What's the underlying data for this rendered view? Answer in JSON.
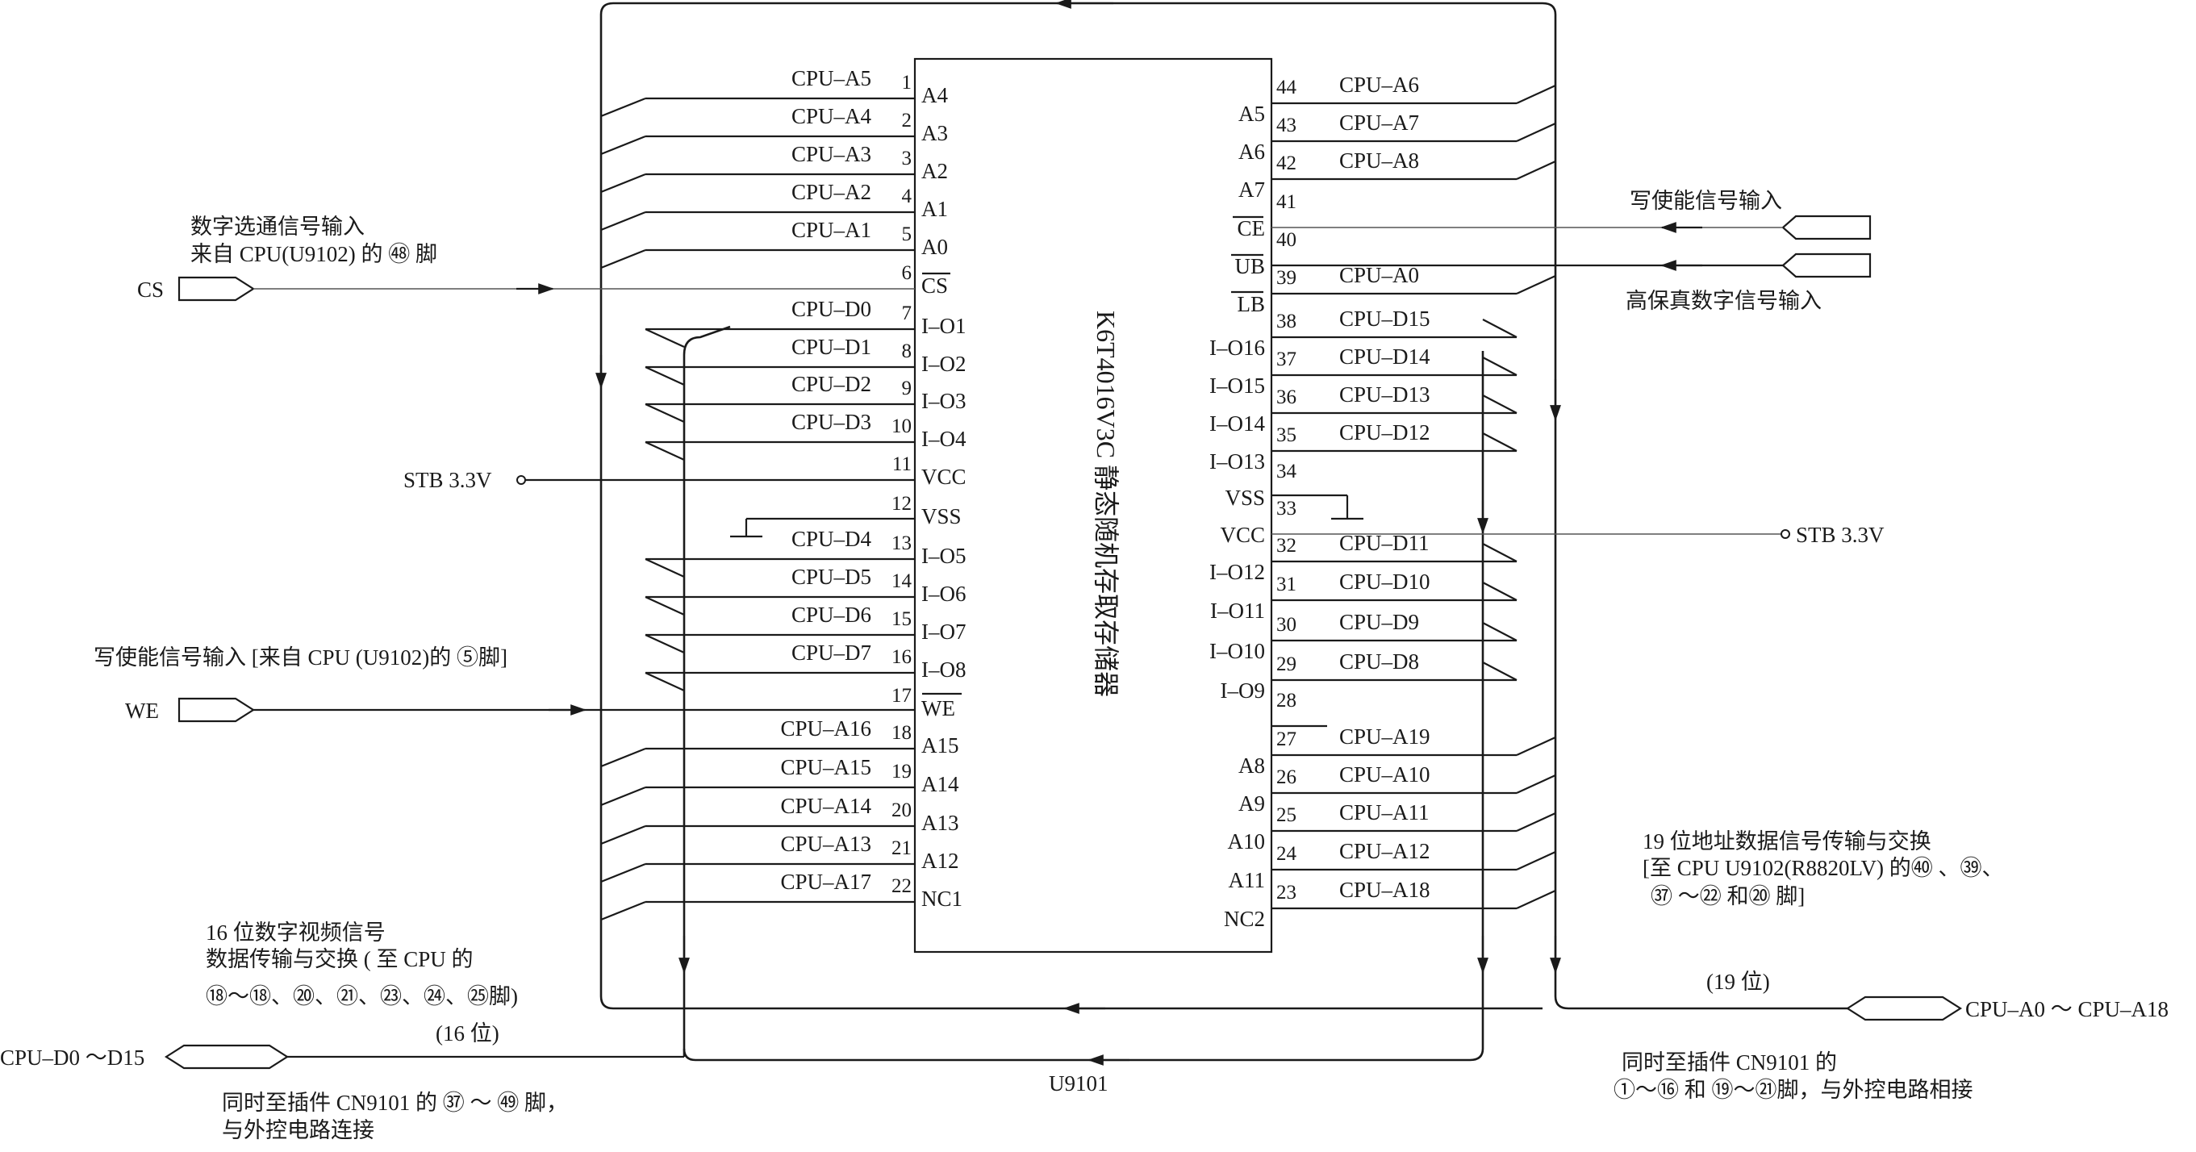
{
  "chip": {
    "title": "K6T4016V3C 静态随机存取存储器",
    "left_pins": [
      {
        "num": "1",
        "label": "A4",
        "signal": "CPU–A5"
      },
      {
        "num": "2",
        "label": "A3",
        "signal": "CPU–A4"
      },
      {
        "num": "3",
        "label": "A2",
        "signal": "CPU–A3"
      },
      {
        "num": "4",
        "label": "A1",
        "signal": "CPU–A2"
      },
      {
        "num": "5",
        "label": "A0",
        "signal": "CPU–A1"
      },
      {
        "num": "6",
        "label": "CS",
        "signal": ""
      },
      {
        "num": "7",
        "label": "I–O1",
        "signal": "CPU–D0"
      },
      {
        "num": "8",
        "label": "I–O2",
        "signal": "CPU–D1"
      },
      {
        "num": "9",
        "label": "I–O3",
        "signal": "CPU–D2"
      },
      {
        "num": "10",
        "label": "I–O4",
        "signal": "CPU–D3"
      },
      {
        "num": "11",
        "label": "VCC",
        "signal": ""
      },
      {
        "num": "12",
        "label": "VSS",
        "signal": ""
      },
      {
        "num": "13",
        "label": "I–O5",
        "signal": "CPU–D4"
      },
      {
        "num": "14",
        "label": "I–O6",
        "signal": "CPU–D5"
      },
      {
        "num": "15",
        "label": "I–O7",
        "signal": "CPU–D6"
      },
      {
        "num": "16",
        "label": "I–O8",
        "signal": "CPU–D7"
      },
      {
        "num": "17",
        "label": "WE",
        "signal": ""
      },
      {
        "num": "18",
        "label": "A15",
        "signal": "CPU–A16"
      },
      {
        "num": "19",
        "label": "A14",
        "signal": "CPU–A15"
      },
      {
        "num": "20",
        "label": "A13",
        "signal": "CPU–A14"
      },
      {
        "num": "21",
        "label": "A12",
        "signal": "CPU–A13"
      },
      {
        "num": "22",
        "label": "NC1",
        "signal": "CPU–A17"
      }
    ],
    "right_pins": [
      {
        "num": "44",
        "label": "A5",
        "signal": "CPU–A6"
      },
      {
        "num": "43",
        "label": "A6",
        "signal": "CPU–A7"
      },
      {
        "num": "42",
        "label": "A7",
        "signal": "CPU–A8"
      },
      {
        "num": "41",
        "label": "CE",
        "signal": ""
      },
      {
        "num": "40",
        "label": "UB",
        "signal": ""
      },
      {
        "num": "39",
        "label": "LB",
        "signal": "CPU–A0"
      },
      {
        "num": "38",
        "label": "I–O16",
        "signal": "CPU–D15"
      },
      {
        "num": "37",
        "label": "I–O15",
        "signal": "CPU–D14"
      },
      {
        "num": "36",
        "label": "I–O14",
        "signal": "CPU–D13"
      },
      {
        "num": "35",
        "label": "I–O13",
        "signal": "CPU–D12"
      },
      {
        "num": "34",
        "label": "VSS",
        "signal": ""
      },
      {
        "num": "33",
        "label": "VCC",
        "signal": ""
      },
      {
        "num": "32",
        "label": "I–O12",
        "signal": "CPU–D11"
      },
      {
        "num": "31",
        "label": "I–O11",
        "signal": "CPU–D10"
      },
      {
        "num": "30",
        "label": "I–O10",
        "signal": "CPU–D9"
      },
      {
        "num": "29",
        "label": "I–O9",
        "signal": "CPU–D8"
      },
      {
        "num": "28",
        "label": "",
        "signal": ""
      },
      {
        "num": "27",
        "label": "A8",
        "signal": "CPU–A19"
      },
      {
        "num": "26",
        "label": "A9",
        "signal": "CPU–A10"
      },
      {
        "num": "25",
        "label": "A10",
        "signal": "CPU–A11"
      },
      {
        "num": "24",
        "label": "A11",
        "signal": "CPU–A12"
      },
      {
        "num": "23",
        "label": "NC2",
        "signal": "CPU–A18"
      }
    ]
  },
  "notes": {
    "cs_note_1": "数字选通信号输入",
    "cs_note_2": "来自 CPU(U9102) 的 ㊽ 脚",
    "cs_label": "CS",
    "stb_left": "STB 3.3V",
    "stb_right": "STB 3.3V",
    "we_note": "写使能信号输入 [来自 CPU (U9102)的 ⑤脚]",
    "we_label": "WE",
    "ce_note": "写使能信号输入",
    "ub_note": "高保真数字信号输入",
    "addr_note_1": "19 位地址数据信号传输与交换",
    "addr_note_2": "[至 CPU  U9102(R8820LV) 的㊵ 、㊴、",
    "addr_note_3": "㊲ ～㉒  和⑳ 脚]",
    "addr_bits": "(19 位)",
    "addr_bus_label": "CPU–A0 ～ CPU–A18",
    "addr_conn_1": "同时至插件 CN9101 的",
    "addr_conn_2": "①～⑯ 和 ⑲～㉑脚，与外控电路相接",
    "data_note_1": "16 位数字视频信号",
    "data_note_2": "数据传输与交换 ( 至 CPU 的",
    "data_note_3": "⑱～⑱、⑳、㉑、㉓、㉔、㉕脚)",
    "data_bits": "(16 位)",
    "data_bus_label": "CPU–D0 ～D15",
    "data_conn_1": "同时至插件 CN9101 的 ㊲ ～ ㊾ 脚，",
    "data_conn_2": "与外控电路连接",
    "ref": "U9101"
  }
}
